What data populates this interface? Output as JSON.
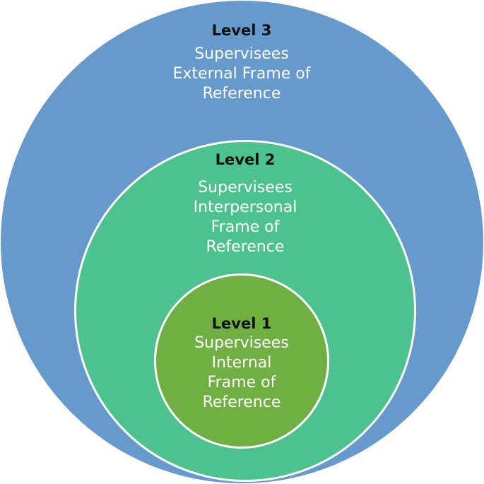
{
  "diagram": {
    "levels": [
      {
        "title": "Level 3",
        "description": "Supervisees\nExternal Frame of\nReference",
        "color": "#6699CC"
      },
      {
        "title": "Level 2",
        "description": "Supervisees\nInterpersonal\nFrame of\nReference",
        "color": "#4CC38F"
      },
      {
        "title": "Level 1",
        "description": "Supervisees\nInternal\nFrame of\nReference",
        "color": "#70B042"
      }
    ]
  }
}
